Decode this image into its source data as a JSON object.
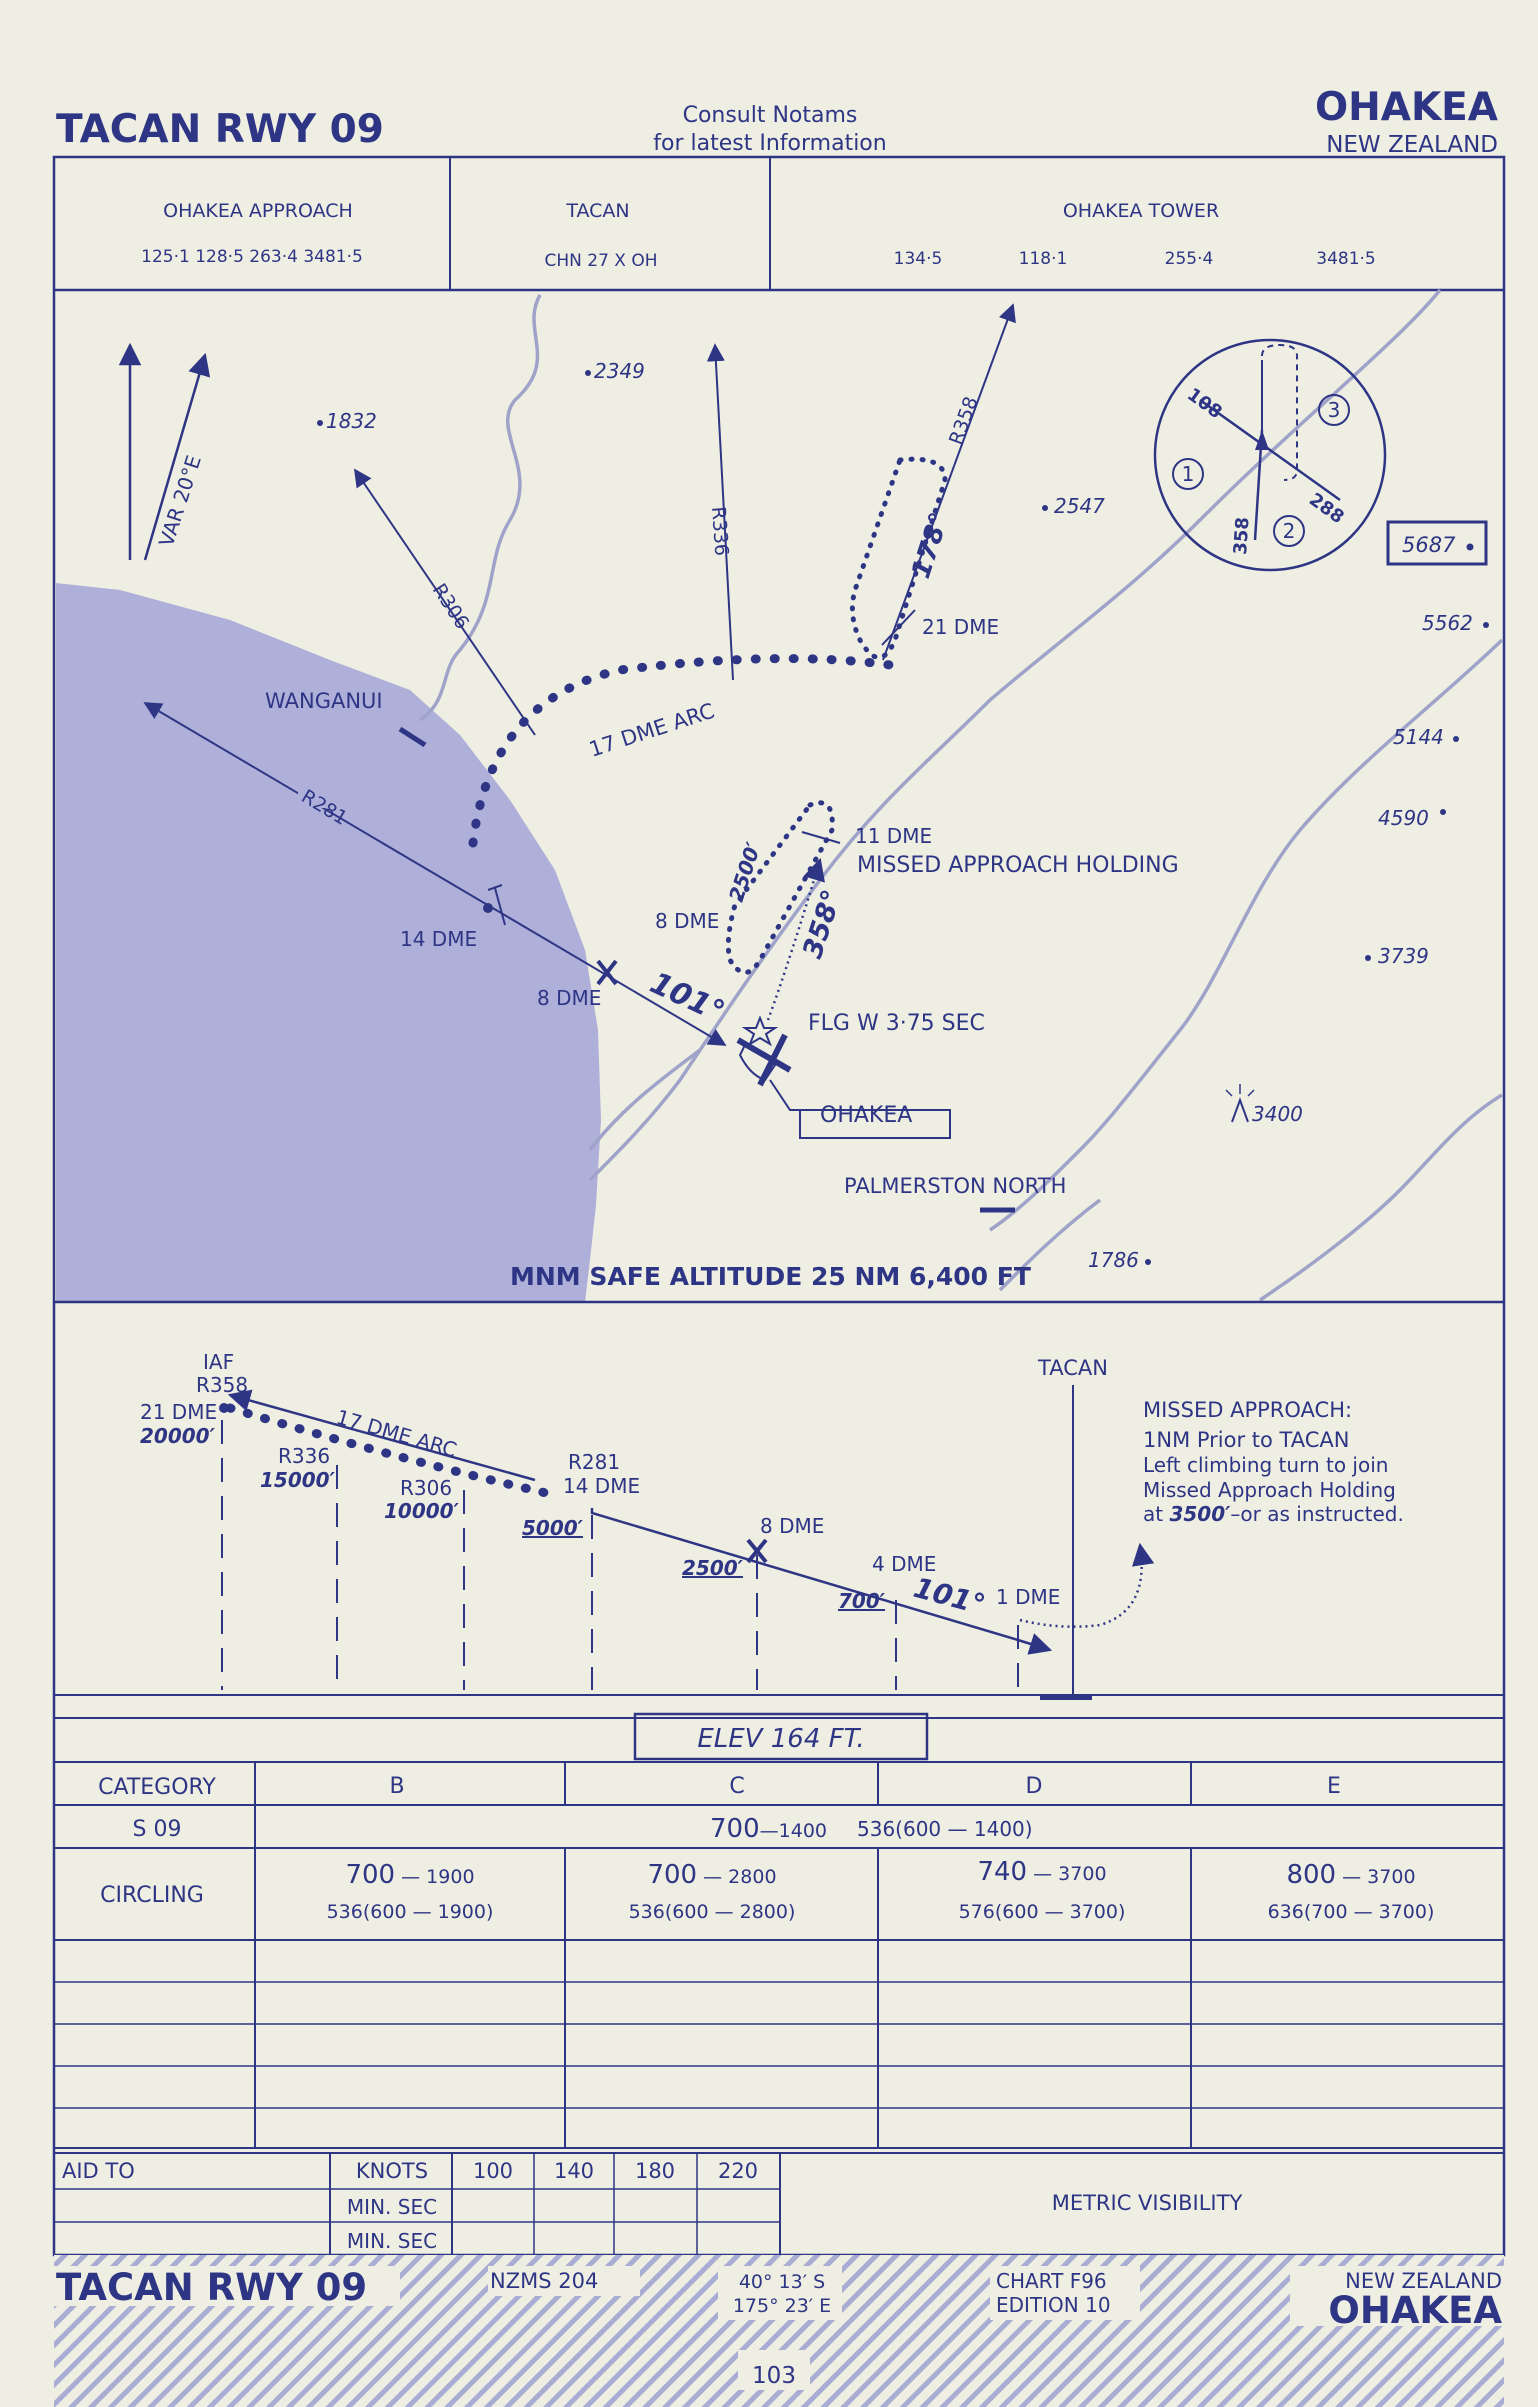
{
  "header": {
    "title_left": "TACAN RWY 09",
    "notice_line1": "Consult  Notams",
    "notice_line2": "for latest  Information",
    "place": "OHAKEA",
    "country": "NEW ZEALAND"
  },
  "comms": {
    "approach_label": "OHAKEA  APPROACH",
    "approach_freqs": "125·1  128·5  263·4  3481·5",
    "tacan_label": "TACAN",
    "tacan_channel": "CHN 27 X OH",
    "tower_label": "OHAKEA    TOWER",
    "tower_freqs": [
      "134·5",
      "118·1",
      "255·4",
      "3481·5"
    ]
  },
  "plan": {
    "variation": "VAR  20°E",
    "spot_heights": [
      "2349",
      "1832",
      "2547",
      "5687",
      "5562",
      "5144",
      "4590",
      "3739",
      "3400",
      "1786"
    ],
    "radials": [
      "R336",
      "R358",
      "R306",
      "R281"
    ],
    "holding_course": "178°",
    "dme_21": "21 DME",
    "dme_arc": "17 DME ARC",
    "wanganui": "WANGANUI",
    "dme_11": "11 DME",
    "missed_holding": "MISSED APPROACH HOLDING",
    "hold_alt": "2500′",
    "climb_course": "358°",
    "dme_8_upper": "8 DME",
    "dme_14": "14 DME",
    "dme_8_lower": "8 DME",
    "inbound_course": "101°",
    "beacon": "FLG W 3·75 SEC",
    "aerodrome": "OHAKEA",
    "palmerston": "PALMERSTON  NORTH",
    "msa": "MNM SAFE ALTITUDE 25 NM   6,400 FT",
    "inset_courses": [
      "108",
      "288",
      "358"
    ],
    "inset_sectors": [
      "1",
      "2",
      "3"
    ]
  },
  "profile": {
    "iaf": "IAF",
    "r358": "R358",
    "dme21": "21 DME",
    "alt_20000": "20000′",
    "arc": "17 DME ARC",
    "r336": "R336",
    "alt_15000": "15000′",
    "r306": "R306",
    "alt_10000": "10000′",
    "r281": "R281",
    "dme14": "14 DME",
    "alt_5000": "5000′",
    "dme8": "8 DME",
    "alt_2500": "2500′",
    "dme4": "4 DME",
    "alt_700": "700′",
    "course": "101°",
    "dme1": "1 DME",
    "tacan": "TACAN",
    "missed_title": "MISSED APPROACH:",
    "missed_l1": "1NM  Prior to TACAN",
    "missed_l2": "Left climbing turn to join",
    "missed_l3": "Missed Approach Holding",
    "missed_l4_a": "at ",
    "missed_l4_b": "3500′",
    "missed_l4_c": "–or as instructed."
  },
  "minima": {
    "elev": "ELEV   164   FT.",
    "headers": [
      "CATEGORY",
      "B",
      "C",
      "D",
      "E"
    ],
    "straight": {
      "label": "S 09",
      "mda": "700",
      "vis": "—1400",
      "haa": "536(600 — 1400)"
    },
    "circling": {
      "label": "CIRCLING",
      "cells": [
        {
          "mda": "700",
          "vis": " — 1900",
          "haa": "536(600 — 1900)"
        },
        {
          "mda": "700",
          "vis": " — 2800",
          "haa": "536(600 — 2800)"
        },
        {
          "mda": "740",
          "vis": " — 3700",
          "haa": "576(600 — 3700)"
        },
        {
          "mda": "800",
          "vis": " — 3700",
          "haa": "636(700 — 3700)"
        }
      ]
    }
  },
  "timing": {
    "aid": "AID TO",
    "knots": "KNOTS",
    "speeds": [
      "100",
      "140",
      "180",
      "220"
    ],
    "min_sec_1": "MIN. SEC",
    "min_sec_2": "MIN. SEC",
    "metric": "METRIC  VISIBILITY"
  },
  "footer": {
    "title_left": "TACAN RWY 09",
    "series": "NZMS  204",
    "lat": "40° 13′ S",
    "lon": "175° 23′ E",
    "chart": "CHART F96",
    "edition": "EDITION  10",
    "country": "NEW  ZEALAND",
    "place": "OHAKEA",
    "page": "103"
  },
  "colors": {
    "ink": "#2e3585",
    "paper": "#eeeee2",
    "sea": "#aeb0d9"
  }
}
